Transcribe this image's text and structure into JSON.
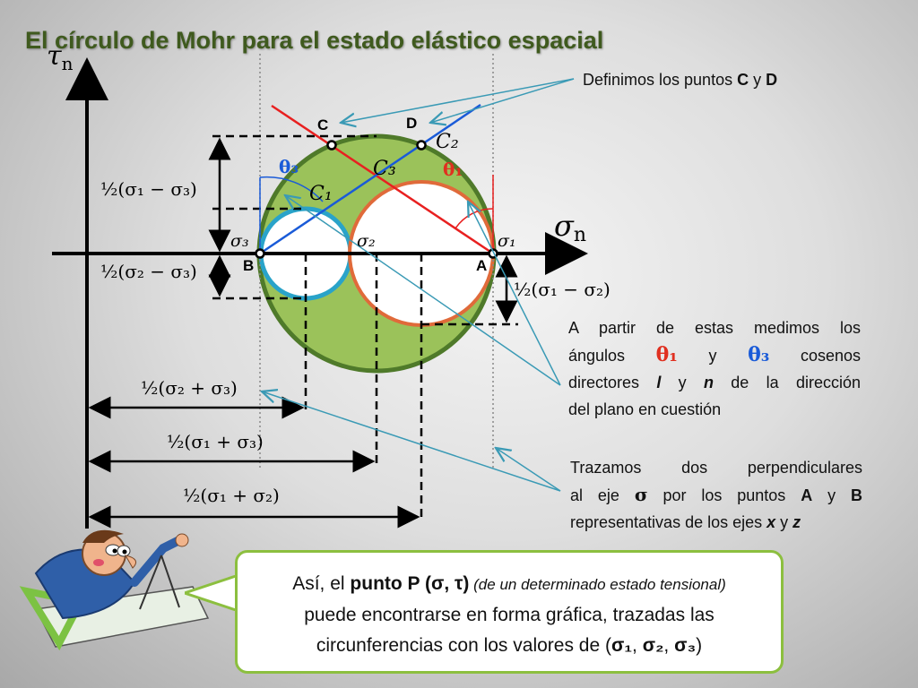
{
  "title": "El círculo de Mohr para el estado elástico espacial",
  "axes": {
    "tau_n": "τ",
    "tau_sub": "n",
    "sigma_n": "σ",
    "sigma_sub": "n"
  },
  "labels": {
    "sigma1": "σ₁",
    "sigma2": "σ₂",
    "sigma3": "σ₃",
    "c1": "C₁",
    "c2": "C₂",
    "c3": "C₃",
    "point_a": "A",
    "point_b": "B",
    "point_c": "C",
    "point_d": "D",
    "theta1": "θ₁",
    "theta3": "θ₃"
  },
  "dimensions": {
    "half_s1_minus_s3": "½(σ₁ − σ₃)",
    "half_s2_minus_s3": "½(σ₂ − σ₃)",
    "half_s1_minus_s2": "½(σ₁ − σ₂)",
    "half_s2_plus_s3": "½(σ₂ + σ₃)",
    "half_s1_plus_s3": "½(σ₁ + σ₃)",
    "half_s1_plus_s2": "½(σ₁ + σ₂)"
  },
  "note_points": {
    "prefix": "Definimos los puntos ",
    "c": "C",
    "y": " y ",
    "d": "D"
  },
  "note_angles": {
    "line1": "A partir de estas medimos los",
    "angulos": "ángulos",
    "theta1": "θ₁",
    "y": "y",
    "theta3": "θ₃",
    "cosenos": "cosenos",
    "directores": "directores ",
    "l": "l",
    "y2": " y ",
    "n": "n",
    "rest": " de la dirección",
    "line4": "del plano en cuestión"
  },
  "note_perp": {
    "line1": "Trazamos dos perpendiculares",
    "al_eje": "al eje ",
    "sigma": "σ",
    "por_los": " por los puntos ",
    "a": "A",
    "y": " y ",
    "b": "B",
    "line3": "representativas de los ejes ",
    "x": "x",
    "y2": " y ",
    "z": "z"
  },
  "callout": {
    "asi": "Así, el ",
    "punto": "punto P (σ, τ)",
    "paren": " (de un determinado estado tensional)",
    "line2": "puede encontrarse en forma gráfica, trazadas las",
    "line3": "circunferencias con los valores de (",
    "s1": "σ₁",
    "comma": ", ",
    "s2": "σ₂",
    "comma2": ", ",
    "s3": "σ₃",
    "close": ")"
  },
  "colors": {
    "big_circle_fill": "#9bc25a",
    "big_circle_stroke": "#4f7a2a",
    "c1_stroke": "#29a3c9",
    "c2_stroke": "#e06a3a",
    "red_line": "#e82020",
    "blue_line": "#1a5bd8",
    "arrow_teal": "#3a9ab5",
    "title_green": "#3f5a1e"
  }
}
